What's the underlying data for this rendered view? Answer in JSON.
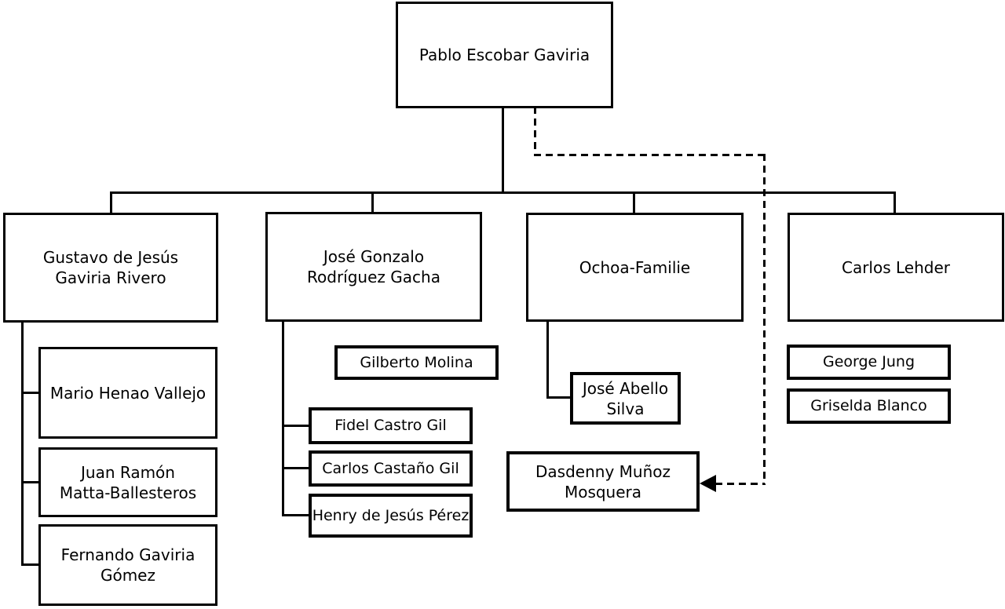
{
  "page": {
    "background": "#ffffff",
    "line_color": "#000000",
    "box_fill": "#ffffff"
  },
  "nodes": {
    "pablo_escobar": {
      "label": "Pablo Escobar Gaviria"
    },
    "gustavo_gaviria": {
      "label": "Gustavo de Jesús\nGaviria Rivero"
    },
    "jose_gonzalo": {
      "label": "José Gonzalo\nRodríguez Gacha"
    },
    "ochoa_familie": {
      "label": "Ochoa-Familie"
    },
    "carlos_lehder": {
      "label": "Carlos Lehder"
    },
    "mario_henao": {
      "label": "Mario Henao Vallejo"
    },
    "juan_matta": {
      "label": "Juan Ramón\nMatta-Ballesteros"
    },
    "fernando_gaviria": {
      "label": "Fernando Gaviria\nGómez"
    },
    "gilberto_molina": {
      "label": "Gilberto Molina"
    },
    "fidel_castro": {
      "label": "Fidel Castro Gil"
    },
    "carlos_castano": {
      "label": "Carlos Castaño Gil"
    },
    "henry_perez": {
      "label": "Henry de Jesús Pérez"
    },
    "jose_abello": {
      "label": "José Abello\nSilva"
    },
    "dasdenny_mosquera": {
      "label": "Dasdenny Muñoz\nMosquera"
    },
    "george_jung": {
      "label": "George Jung"
    },
    "griselda_blanco": {
      "label": "Griselda Blanco"
    }
  },
  "edges": {
    "solid": [
      {
        "from": "pablo_escobar",
        "to": "gustavo_gaviria"
      },
      {
        "from": "pablo_escobar",
        "to": "jose_gonzalo"
      },
      {
        "from": "pablo_escobar",
        "to": "ochoa_familie"
      },
      {
        "from": "pablo_escobar",
        "to": "carlos_lehder"
      },
      {
        "from": "gustavo_gaviria",
        "to": "mario_henao"
      },
      {
        "from": "gustavo_gaviria",
        "to": "juan_matta"
      },
      {
        "from": "gustavo_gaviria",
        "to": "fernando_gaviria"
      },
      {
        "from": "jose_gonzalo",
        "to": "fidel_castro"
      },
      {
        "from": "jose_gonzalo",
        "to": "carlos_castano"
      },
      {
        "from": "jose_gonzalo",
        "to": "henry_perez"
      },
      {
        "from": "ochoa_familie",
        "to": "jose_abello"
      }
    ],
    "dashed_arrow": [
      {
        "from": "pablo_escobar",
        "to": "dasdenny_mosquera"
      }
    ],
    "unconnected_boxes": [
      "gilberto_molina",
      "george_jung",
      "griselda_blanco"
    ]
  }
}
